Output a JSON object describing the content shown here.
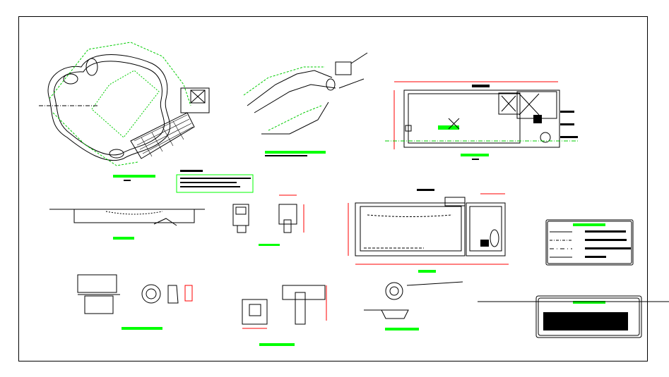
{
  "drawing": {
    "sheet_label": "",
    "views": [
      {
        "id": "pool-site-plan"
      },
      {
        "id": "piping-isometric"
      },
      {
        "id": "pool-plan-with-machine-room"
      },
      {
        "id": "pool-profile"
      },
      {
        "id": "skimmer-detail"
      },
      {
        "id": "pool-longitudinal-section"
      },
      {
        "id": "line-legend"
      },
      {
        "id": "drain-detail"
      },
      {
        "id": "inlet-detail"
      },
      {
        "id": "sump-detail"
      },
      {
        "id": "notes-box"
      }
    ]
  },
  "colors": {
    "background": "#ffffff",
    "linework": "#000000",
    "title_bar": "#00ff00",
    "dimension": "#ff0000",
    "dimension_text": "#0000ff",
    "grid_line": "#00cc00"
  }
}
